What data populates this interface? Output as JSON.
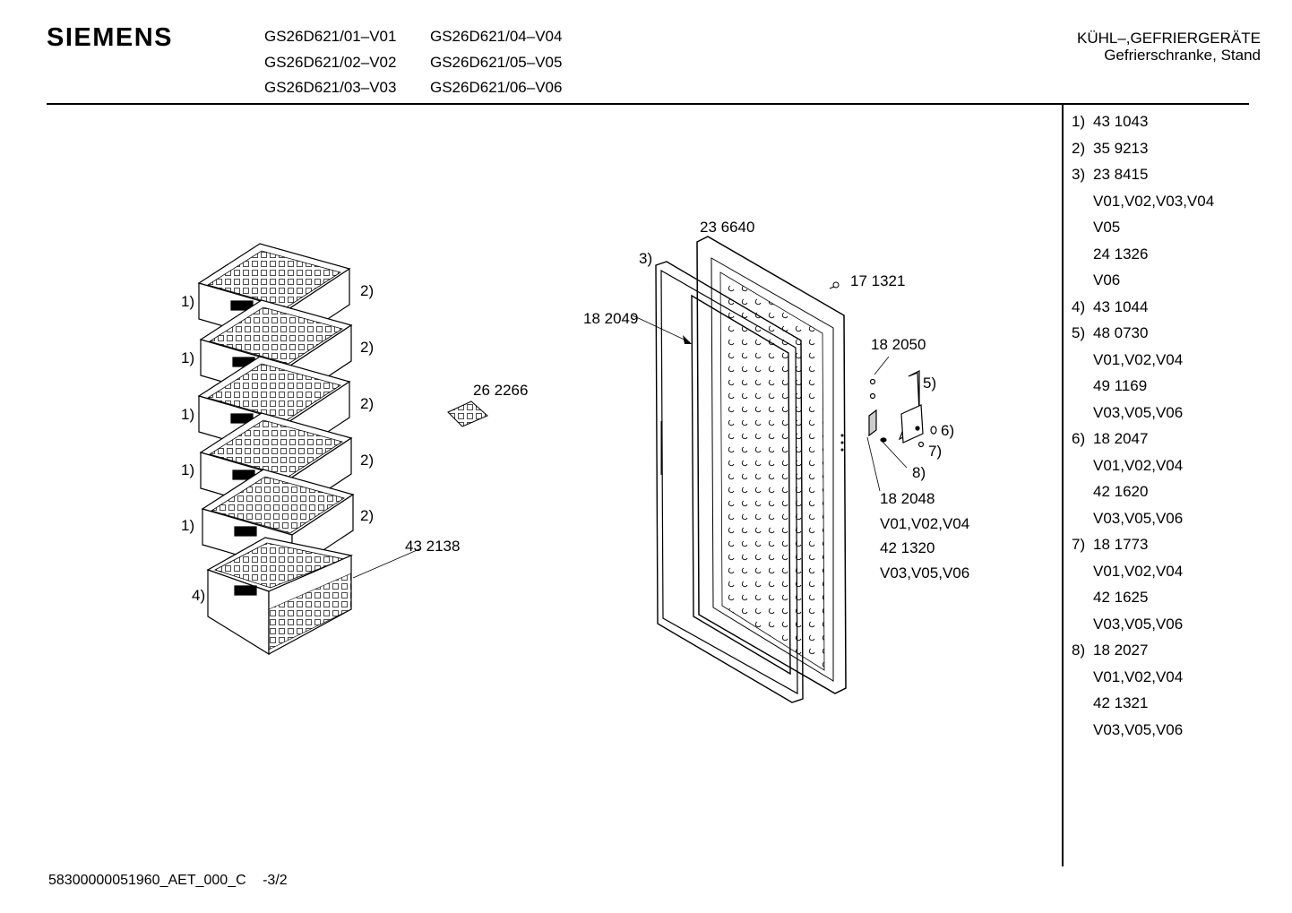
{
  "header": {
    "brand": "SIEMENS",
    "models": [
      "GS26D621/01–V01",
      "GS26D621/04–V04",
      "GS26D621/02–V02",
      "GS26D621/05–V05",
      "GS26D621/03–V03",
      "GS26D621/06–V06"
    ],
    "category_line1": "KÜHL–,GEFRIERGERÄTE",
    "category_line2": "Gefrierschranke, Stand"
  },
  "diagram": {
    "labels": {
      "d1a": "1)",
      "d1b": "1)",
      "d1c": "1)",
      "d1d": "1)",
      "d1e": "1)",
      "d2a": "2)",
      "d2b": "2)",
      "d2c": "2)",
      "d2d": "2)",
      "d2e": "2)",
      "d4": "4)",
      "p262266": "26 2266",
      "p432138": "43 2138",
      "p236640": "23 6640",
      "d3": "3)",
      "p182049": "18 2049",
      "p171321": "17 1321",
      "p182050": "18 2050",
      "d5": "5)",
      "d6": "6)",
      "d7": "7)",
      "d8": "8)",
      "p182048": "18 2048",
      "v1": "V01,V02,V04",
      "p421320": "42 1320",
      "v2": "V03,V05,V06"
    }
  },
  "legend": [
    {
      "num": "1)",
      "text": "43 1043"
    },
    {
      "num": "2)",
      "text": "35 9213"
    },
    {
      "num": "3)",
      "text": "23 8415"
    },
    {
      "num": "",
      "text": "V01,V02,V03,V04"
    },
    {
      "num": "",
      "text": "V05"
    },
    {
      "num": "",
      "text": "24 1326"
    },
    {
      "num": "",
      "text": "V06"
    },
    {
      "num": "4)",
      "text": "43 1044"
    },
    {
      "num": "5)",
      "text": "48 0730"
    },
    {
      "num": "",
      "text": "V01,V02,V04"
    },
    {
      "num": "",
      "text": "49 1169"
    },
    {
      "num": "",
      "text": "V03,V05,V06"
    },
    {
      "num": "6)",
      "text": "18 2047"
    },
    {
      "num": "",
      "text": "V01,V02,V04"
    },
    {
      "num": "",
      "text": "42 1620"
    },
    {
      "num": "",
      "text": "V03,V05,V06"
    },
    {
      "num": "7)",
      "text": "18 1773"
    },
    {
      "num": "",
      "text": "V01,V02,V04"
    },
    {
      "num": "",
      "text": "42 1625"
    },
    {
      "num": "",
      "text": "V03,V05,V06"
    },
    {
      "num": "8)",
      "text": "18 2027"
    },
    {
      "num": "",
      "text": "V01,V02,V04"
    },
    {
      "num": "",
      "text": "42 1321"
    },
    {
      "num": "",
      "text": "V03,V05,V06"
    }
  ],
  "footer": {
    "code": "58300000051960_AET_000_C",
    "page": "-3/2"
  }
}
